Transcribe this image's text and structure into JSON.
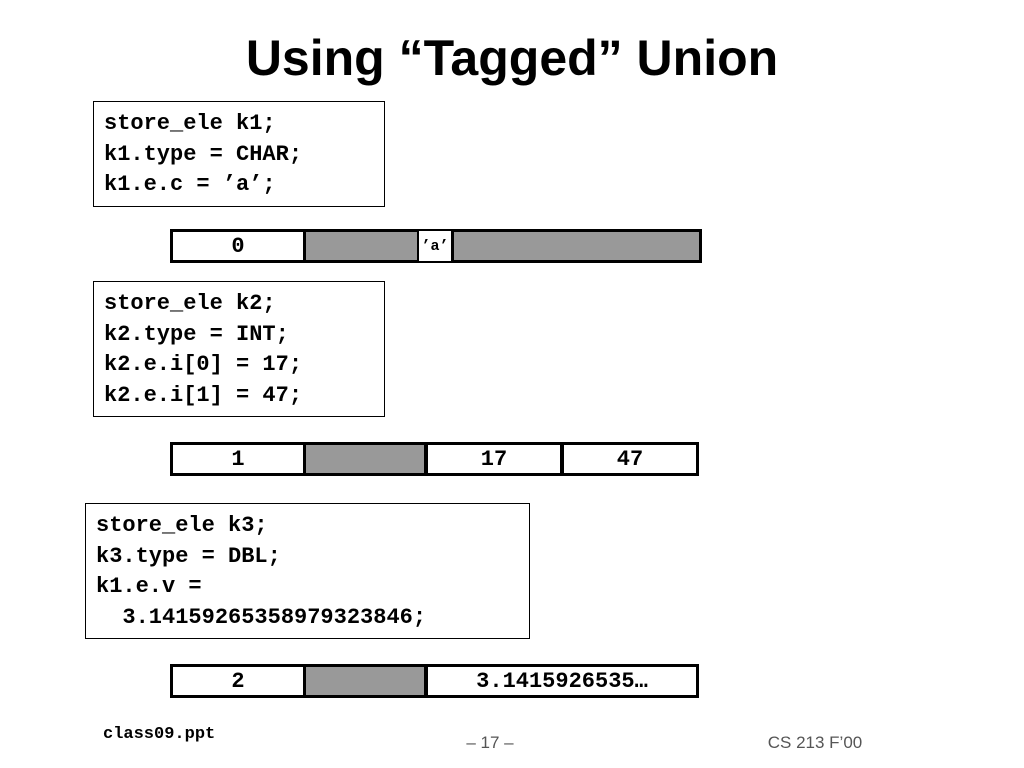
{
  "slide": {
    "title": "Using “Tagged” Union"
  },
  "examples": [
    {
      "code": [
        "store_ele k1;",
        "k1.type = CHAR;",
        "k1.e.c = ’a’;"
      ],
      "memory": [
        "0",
        "",
        "’a’",
        ""
      ]
    },
    {
      "code": [
        "store_ele k2;",
        "k2.type = INT;",
        "k2.e.i[0] = 17;",
        "k2.e.i[1] = 47;"
      ],
      "memory": [
        "1",
        "",
        "17",
        "47"
      ]
    },
    {
      "code": [
        "store_ele k3;",
        "k3.type = DBL;",
        "k1.e.v =",
        "  3.14159265358979323846;"
      ],
      "memory": [
        "2",
        "",
        "3.1415926535…"
      ]
    }
  ],
  "footer": {
    "filename": "class09.ppt",
    "page": "– 17 –",
    "course": "CS 213 F’00"
  }
}
